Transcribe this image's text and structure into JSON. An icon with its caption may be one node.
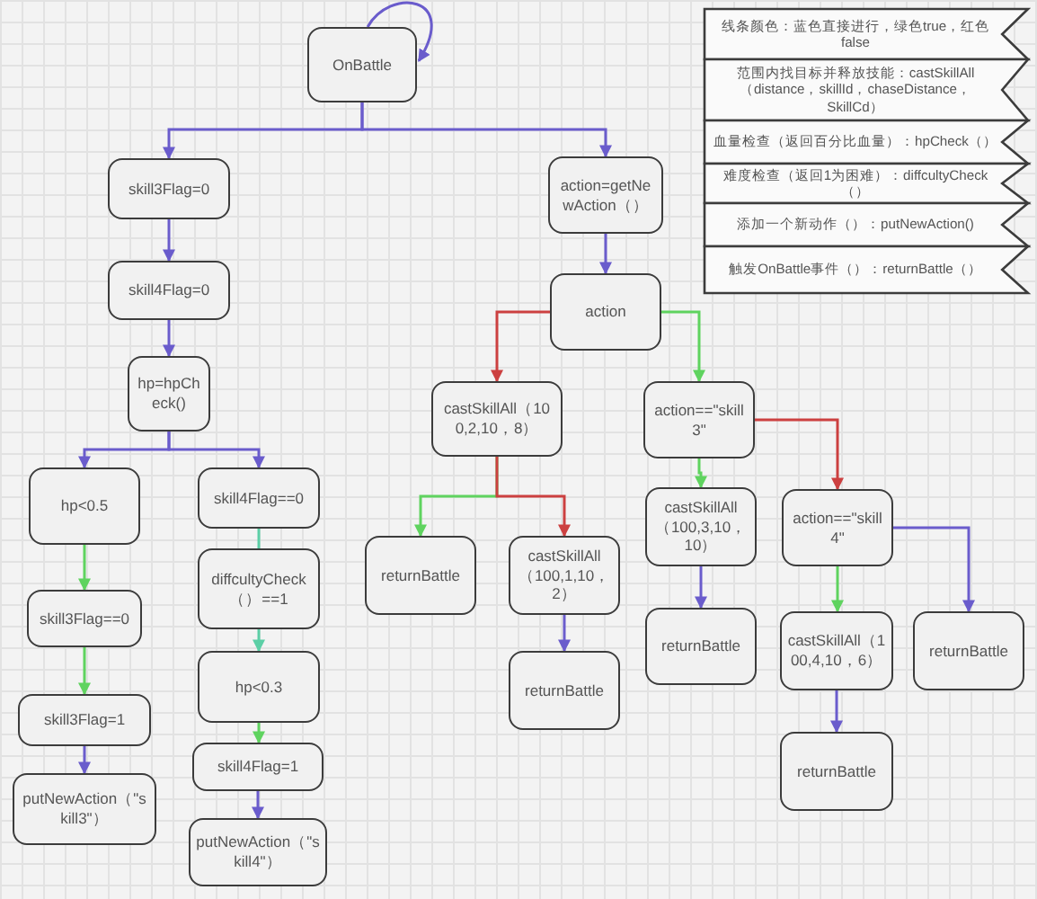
{
  "diagram": {
    "nodes": [
      {
        "text": [
          "OnBattle"
        ]
      },
      {
        "text": [
          "skill3Flag=0"
        ]
      },
      {
        "text": [
          "skill4Flag=0"
        ]
      },
      {
        "text": [
          "hp=hpCheck()"
        ]
      },
      {
        "text": [
          "action=getNewAction（）"
        ]
      },
      {
        "text": [
          "action"
        ]
      },
      {
        "text": [
          "castSkillAll（100,2,10，8）"
        ]
      },
      {
        "text": [
          "action==\"skill3\""
        ]
      },
      {
        "text": [
          "hp<0.5"
        ]
      },
      {
        "text": [
          "skill4Flag==0"
        ]
      },
      {
        "text": [
          "skill3Flag==0"
        ]
      },
      {
        "text": [
          "diffcultyCheck（）==1"
        ]
      },
      {
        "text": [
          "hp<0.3"
        ]
      },
      {
        "text": [
          "skill3Flag=1"
        ]
      },
      {
        "text": [
          "skill4Flag=1"
        ]
      },
      {
        "text": [
          "putNewAction（\"skill3\"）"
        ]
      },
      {
        "text": [
          "putNewAction（\"skill4\"）"
        ]
      },
      {
        "text": [
          "returnBattle"
        ]
      },
      {
        "text": [
          "castSkillAll（100,1,10，2）"
        ]
      },
      {
        "text": [
          "returnBattle"
        ]
      },
      {
        "text": [
          "castSkillAll（100,3,10，10）"
        ]
      },
      {
        "text": [
          "action==\"skill4\""
        ]
      },
      {
        "text": [
          "returnBattle"
        ]
      },
      {
        "text": [
          "castSkillAll（100,4,10，6）"
        ]
      },
      {
        "text": [
          "returnBattle"
        ]
      },
      {
        "text": [
          "returnBattle"
        ]
      },
      {
        "text": [
          "线条颜色：蓝色直接进行，绿色true，红色false"
        ]
      },
      {
        "text": [
          "范围内找目标并释放技能：castSkillAll（distance，skillId，chaseDistance，SkillCd）"
        ]
      },
      {
        "text": [
          "血量检查（返回百分比血量）：hpCheck（）"
        ]
      },
      {
        "text": [
          "难度检查（返回1为困难）：diffcultyCheck（）"
        ]
      },
      {
        "text": [
          "添加一个新动作（）：putNewAction()"
        ]
      },
      {
        "text": [
          "触发OnBattle事件（）：returnBattle（）"
        ]
      }
    ],
    "edges": [
      {
        "from": 0,
        "to": 0,
        "arrow": "to"
      },
      {
        "from": 0,
        "to": 1,
        "arrow": "to"
      },
      {
        "from": 0,
        "to": 4,
        "arrow": "to"
      },
      {
        "from": 1,
        "to": 2,
        "arrow": "to"
      },
      {
        "from": 2,
        "to": 3,
        "arrow": "to"
      },
      {
        "from": 3,
        "to": 8,
        "arrow": "to"
      },
      {
        "from": 3,
        "to": 9,
        "arrow": "to"
      },
      {
        "from": 8,
        "to": 10,
        "arrow": "to",
        "color": "#5fd35f"
      },
      {
        "from": 10,
        "to": 13,
        "arrow": "to",
        "color": "#5fd35f"
      },
      {
        "from": 13,
        "to": 15,
        "arrow": "to"
      },
      {
        "from": 9,
        "to": 11,
        "arrow": "none",
        "color": "#5ccfa6"
      },
      {
        "from": 11,
        "to": 12,
        "arrow": "to",
        "color": "#5ccfa6"
      },
      {
        "from": 12,
        "to": 14,
        "arrow": "to",
        "color": "#5fd35f"
      },
      {
        "from": 14,
        "to": 16,
        "arrow": "to"
      },
      {
        "from": 4,
        "to": 5,
        "arrow": "to"
      },
      {
        "from": 5,
        "to": 6,
        "arrow": "to",
        "color": "#cc4040"
      },
      {
        "from": 5,
        "to": 7,
        "arrow": "to",
        "color": "#5fd35f"
      },
      {
        "from": 6,
        "to": 17,
        "arrow": "to",
        "color": "#5fd35f"
      },
      {
        "from": 6,
        "to": 18,
        "arrow": "to",
        "color": "#cc4040"
      },
      {
        "from": 18,
        "to": 19,
        "arrow": "to"
      },
      {
        "from": 7,
        "to": 20,
        "arrow": "to",
        "color": "#5fd35f"
      },
      {
        "from": 7,
        "to": 21,
        "arrow": "to",
        "color": "#cc4040"
      },
      {
        "from": 20,
        "to": 22,
        "arrow": "to"
      },
      {
        "from": 21,
        "to": 23,
        "arrow": "to",
        "color": "#5fd35f"
      },
      {
        "from": 21,
        "to": 24,
        "arrow": "to"
      },
      {
        "from": 23,
        "to": 25,
        "arrow": "to"
      }
    ]
  }
}
